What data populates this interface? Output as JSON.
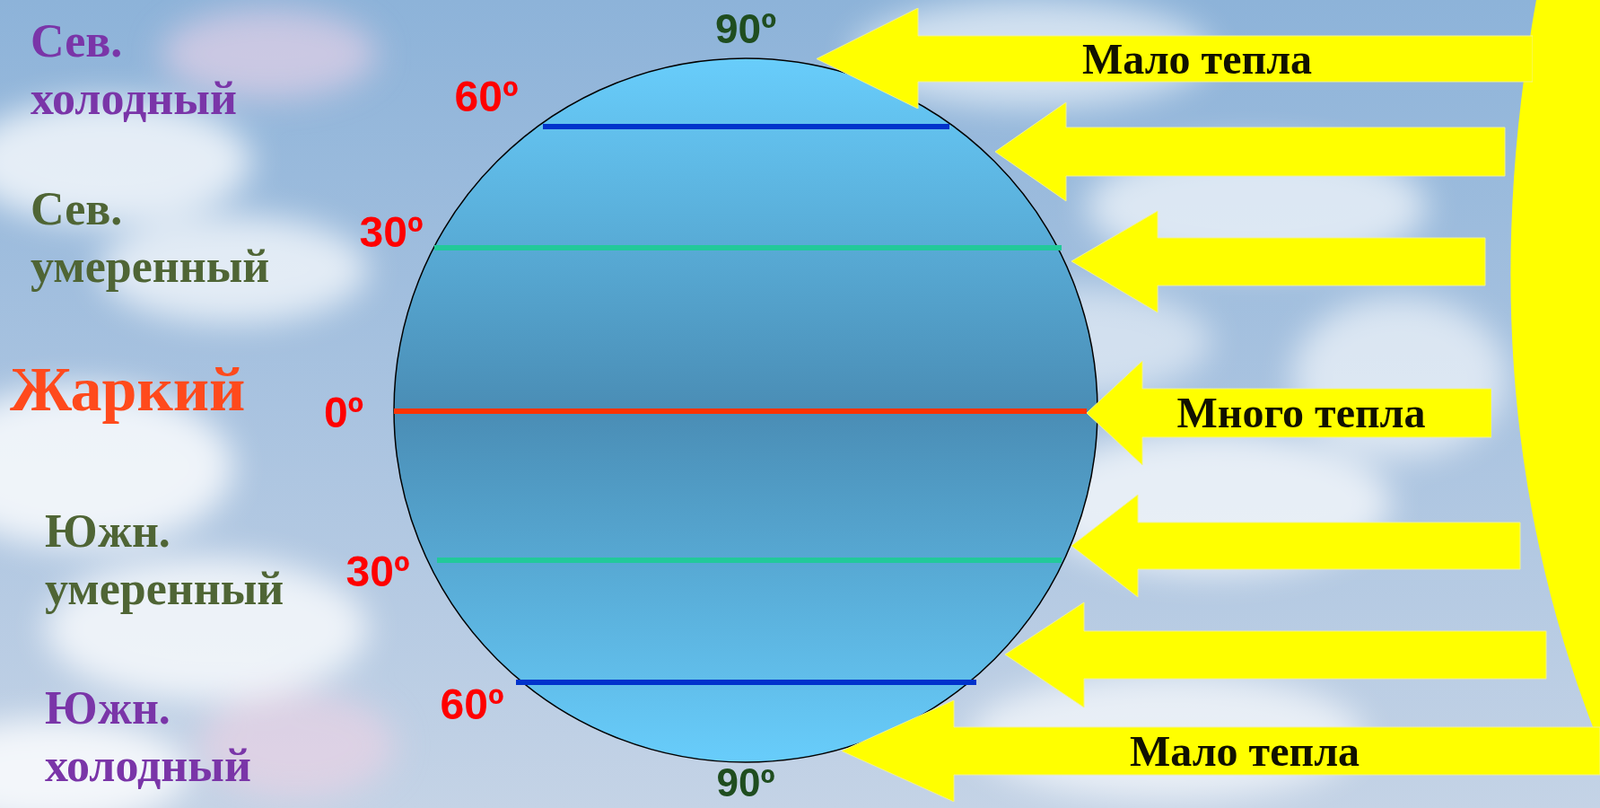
{
  "diagram": {
    "nodes": [
      {
        "text": [
          "Мало тепла"
        ]
      },
      {
        "text": [
          "Много тепла"
        ]
      },
      {
        "text": [
          "Мало тепла"
        ]
      }
    ],
    "labels": [
      "90º",
      "Сев. холодный",
      "60º",
      "Сев. умеренный",
      "30º",
      "Жаркий",
      "0º",
      "Южн. умеренный",
      "30º",
      "Южн. холодный",
      "60º",
      "90º"
    ]
  }
}
